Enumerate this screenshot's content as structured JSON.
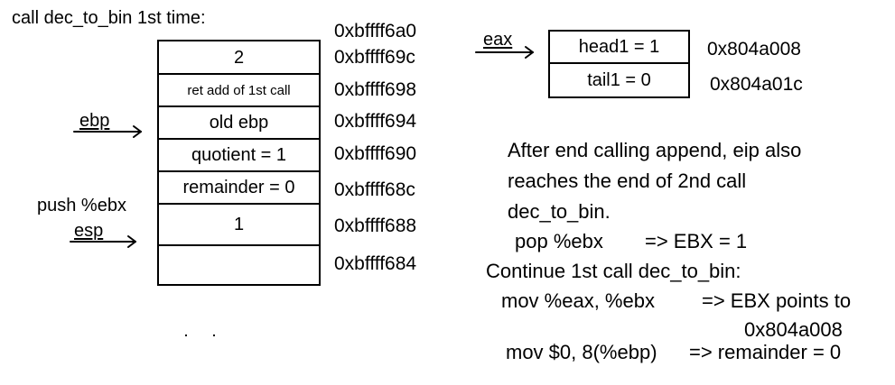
{
  "title": "call dec_to_bin  1st  time:",
  "stack": {
    "top_address": "0xbffff6a0",
    "cells": [
      {
        "label": "2",
        "address": "0xbffff69c"
      },
      {
        "label": "ret add of 1st call",
        "address": "0xbffff698"
      },
      {
        "label": "old ebp",
        "address": "0xbffff694"
      },
      {
        "label": "quotient = 1",
        "address": "0xbffff690"
      },
      {
        "label": "remainder = 0",
        "address": "0xbffff68c"
      },
      {
        "label": "1",
        "address": "0xbffff688"
      },
      {
        "label": "",
        "address": "0xbffff684"
      }
    ]
  },
  "pointers": {
    "ebp": "ebp",
    "push_instr": "push %ebx",
    "esp": "esp",
    "eax": "eax"
  },
  "node": {
    "fields": [
      {
        "label": "head1 = 1",
        "address": "0x804a008"
      },
      {
        "label": "tail1 = 0",
        "address": "0x804a01c"
      }
    ]
  },
  "notes": {
    "line1": "After end calling append, eip also",
    "line2": "reaches the end of 2nd call",
    "line3": "dec_to_bin.",
    "pop_instr": "pop %ebx",
    "pop_result": "=> EBX = 1",
    "continue": "Continue 1st call dec_to_bin:",
    "mov1_instr": "mov %eax, %ebx",
    "mov1_result": "=> EBX points to",
    "mov1_result2": "0x804a008",
    "mov2_instr": "mov $0, 8(%ebp)",
    "mov2_result": "=> remainder = 0"
  },
  "colors": {
    "ink": "#000000",
    "background": "#ffffff"
  }
}
